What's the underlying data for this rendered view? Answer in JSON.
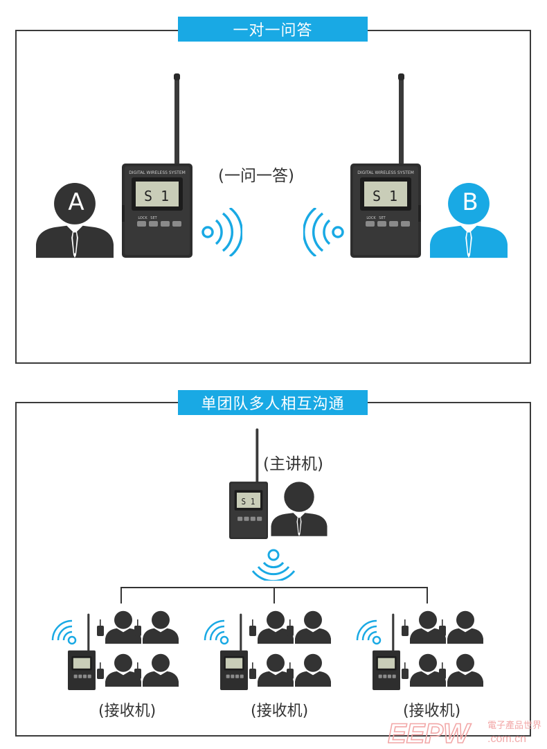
{
  "section1": {
    "title": "一对一问答",
    "caption": "(一问一答)",
    "person_a_letter": "A",
    "person_b_letter": "B"
  },
  "section2": {
    "title": "单团队多人相互沟通",
    "host_caption": "(主讲机)",
    "receiver_captions": [
      "(接收机)",
      "(接收机)",
      "(接收机)"
    ]
  },
  "device": {
    "brand_text": "DIGITAL WIRELESS SYSTEM",
    "lcd_text": "S 1",
    "button_lock": "LOCK",
    "button_set": "SET"
  },
  "watermark": {
    "logo": "EEPW",
    "tagline": "電子產品世界",
    "url": ".com.cn"
  },
  "colors": {
    "accent": "#19a9e4",
    "dark": "#333333",
    "device_body": "#2e2e2e",
    "lcd": "#c9cdb8",
    "watermark": "#f2a7a7"
  }
}
